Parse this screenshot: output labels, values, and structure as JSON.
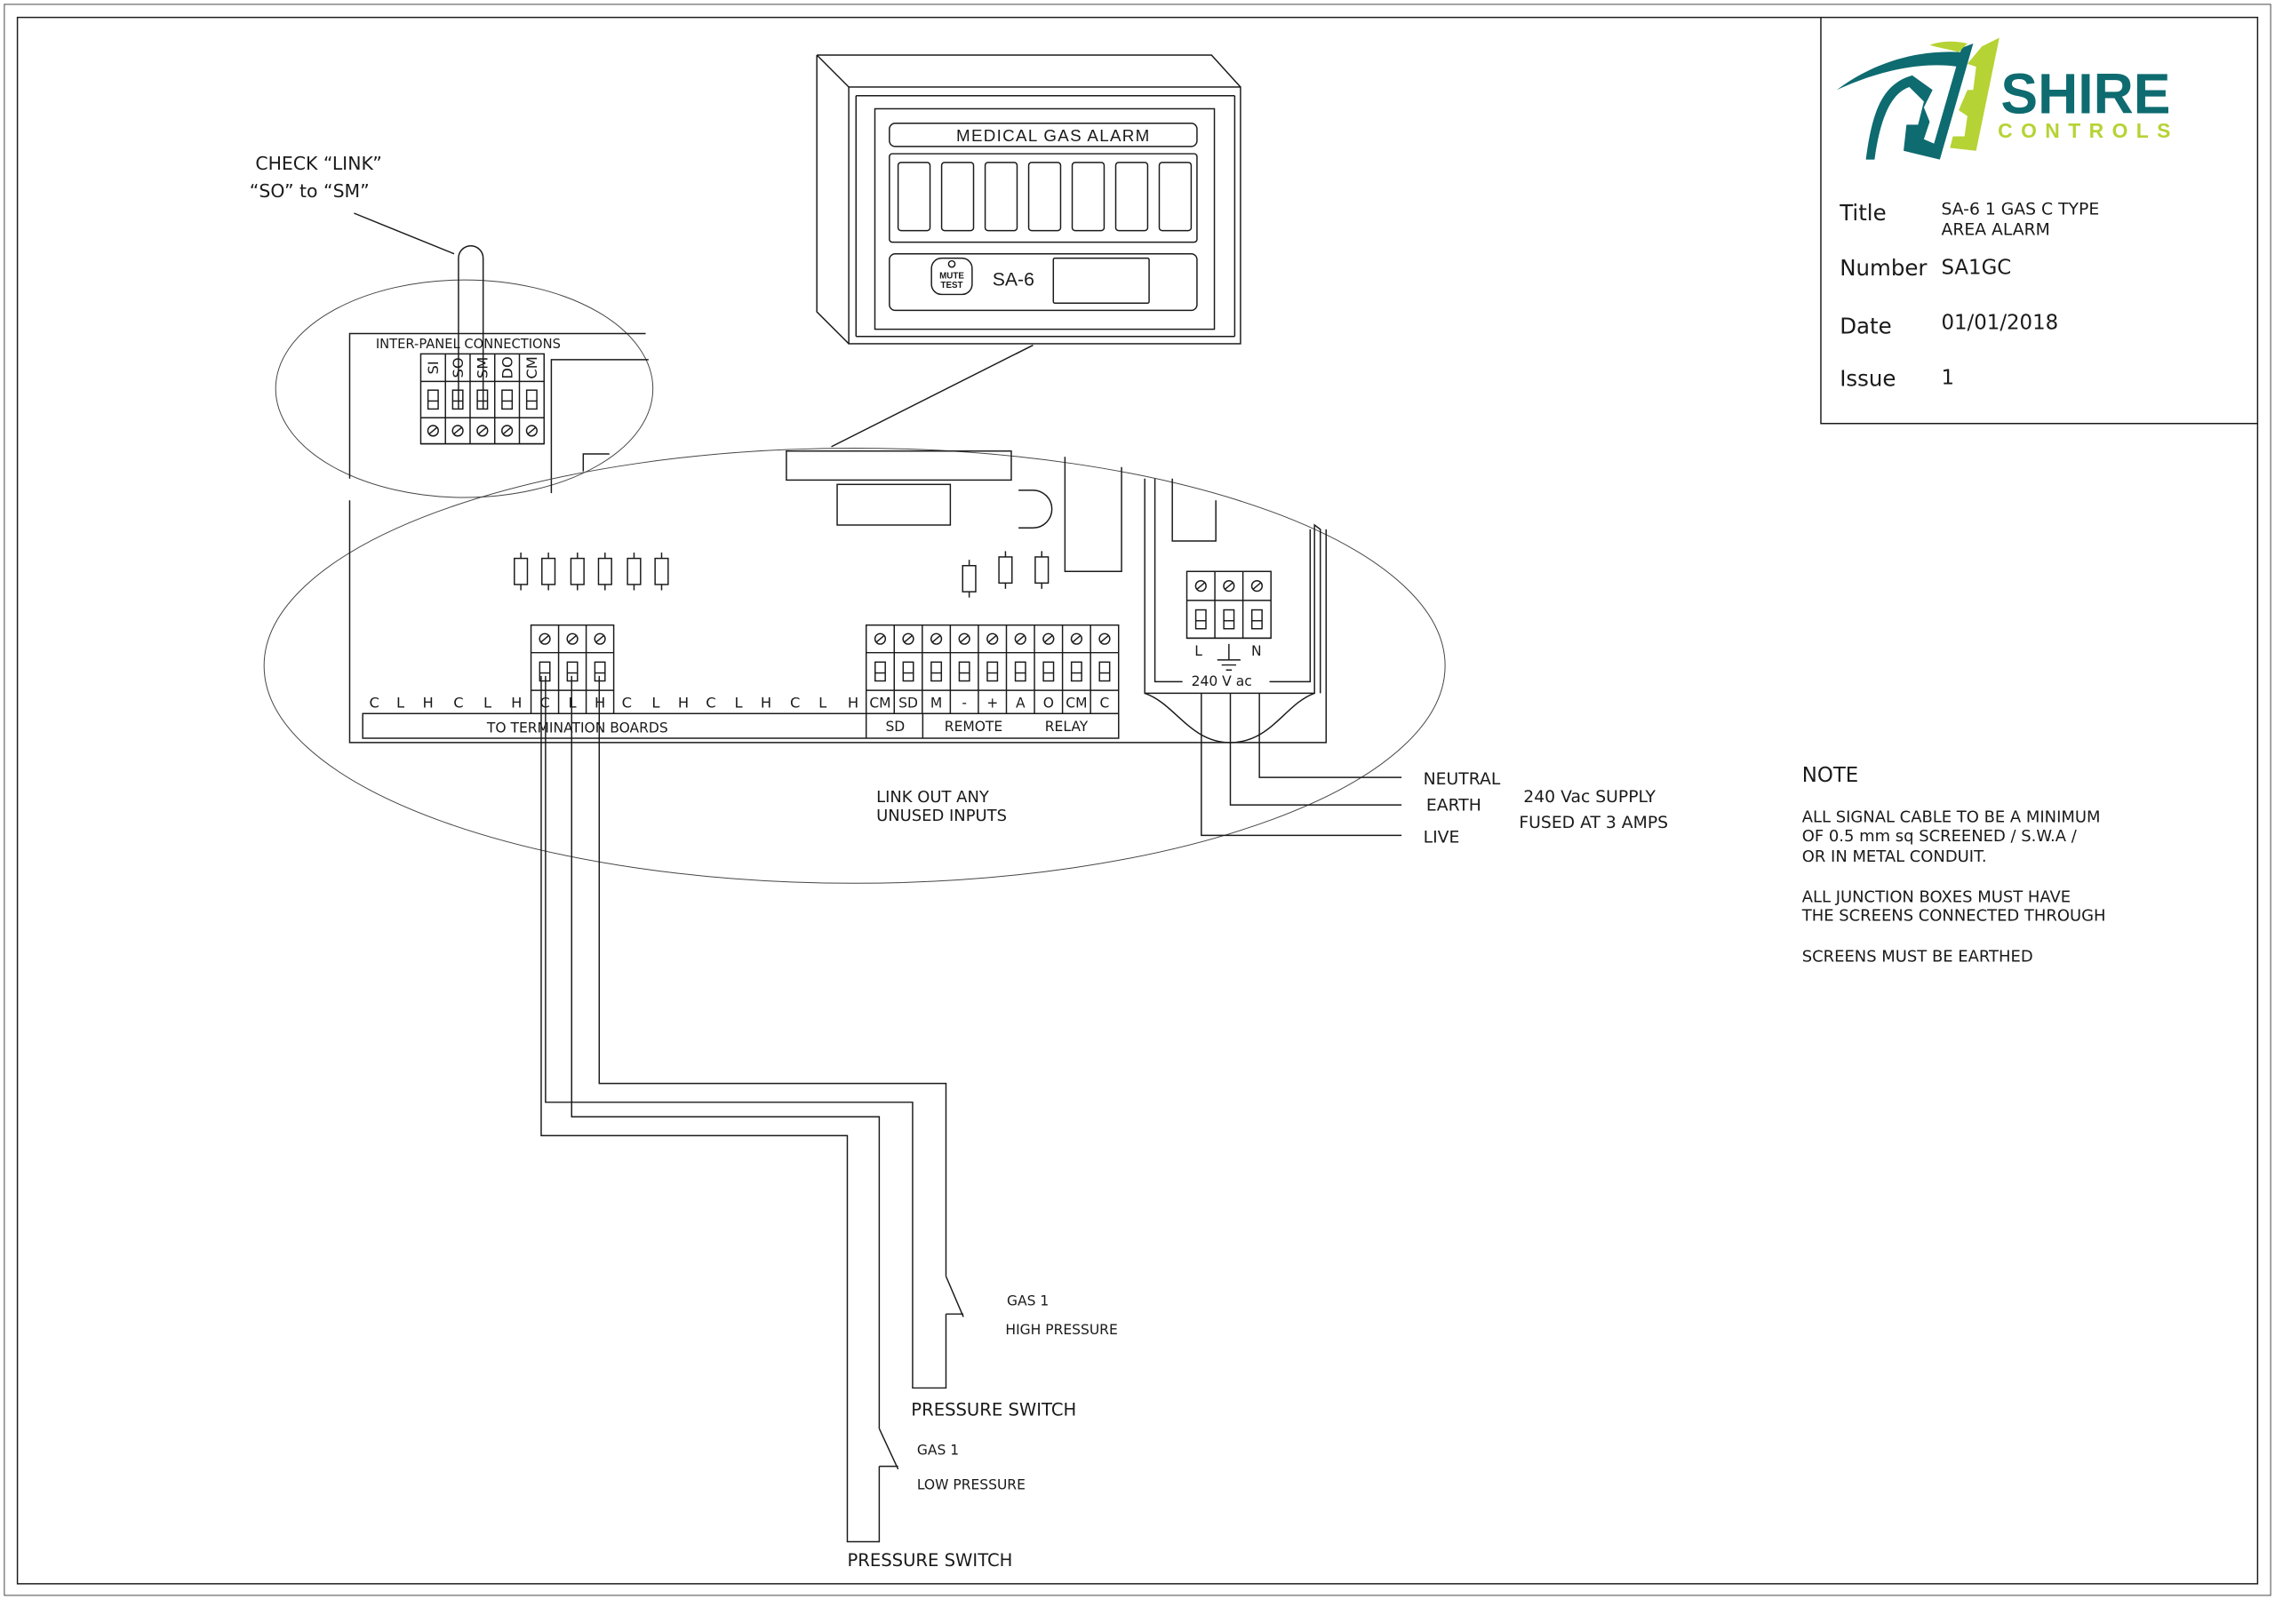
{
  "title_block": {
    "company": "SHIRE",
    "company_sub": "CONTROLS",
    "brand_colors": {
      "teal": "#0e6b70",
      "lime": "#b5d334"
    },
    "title_label": "Title",
    "title_line1": "SA-6 1 GAS C TYPE",
    "title_line2": "AREA ALARM",
    "number_label": "Number",
    "number_value": "SA1GC",
    "date_label": "Date",
    "date_value": "01/01/2018",
    "issue_label": "Issue",
    "issue_value": "1"
  },
  "alarm_panel": {
    "header": "MEDICAL GAS ALARM",
    "button_line1": "MUTE",
    "button_line2": "TEST",
    "model": "SA-6"
  },
  "check_link": {
    "line1": "CHECK “LINK”",
    "line2": "“SO” to “SM”"
  },
  "inter_panel": {
    "title": "INTER-PANEL CONNECTIONS",
    "terminals": [
      "SI",
      "SO",
      "SM",
      "DO",
      "CM"
    ]
  },
  "pcb": {
    "termination_labels_left": [
      "C",
      "L",
      "H",
      "C",
      "L",
      "H"
    ],
    "gas_terminal_labels": [
      "C",
      "L",
      "H"
    ],
    "termination_labels_right": [
      "C",
      "L",
      "H",
      "C",
      "L",
      "H",
      "C",
      "L",
      "H"
    ],
    "io_terminal_labels": [
      "CM",
      "SD",
      "M",
      "-",
      "+",
      "A",
      "O",
      "CM",
      "C"
    ],
    "strip": {
      "termination": "TO TERMINATION BOARDS",
      "sd": "SD",
      "remote": "REMOTE",
      "relay": "RELAY"
    },
    "link_note": [
      "LINK OUT ANY",
      "UNUSED INPUTS"
    ]
  },
  "power": {
    "terminal_labels": [
      "L",
      "N"
    ],
    "voltage": "240 V ac",
    "wires": [
      "NEUTRAL",
      "EARTH",
      "LIVE"
    ],
    "supply": [
      "240 Vac SUPPLY",
      "FUSED AT 3 AMPS"
    ]
  },
  "switches": [
    {
      "gas": "GAS 1",
      "type": "HIGH PRESSURE",
      "label": "PRESSURE SWITCH"
    },
    {
      "gas": "GAS 1",
      "type": "LOW PRESSURE",
      "label": "PRESSURE SWITCH"
    }
  ],
  "notes": {
    "heading": "NOTE",
    "paragraphs": [
      [
        "ALL SIGNAL CABLE TO BE A MINIMUM",
        "OF 0.5 mm sq SCREENED / S.W.A /",
        "OR IN METAL CONDUIT."
      ],
      [
        "ALL JUNCTION BOXES MUST HAVE",
        "THE SCREENS CONNECTED THROUGH"
      ],
      [
        "SCREENS MUST BE EARTHED"
      ]
    ]
  }
}
